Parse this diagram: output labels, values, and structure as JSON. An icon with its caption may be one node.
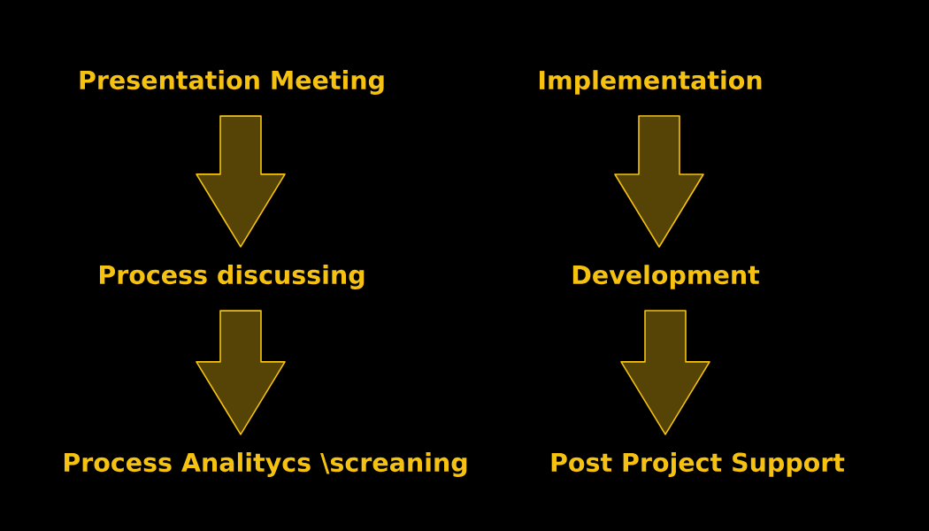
{
  "diagram": {
    "nodes": [
      {
        "text": [
          "Presentation Meeting"
        ]
      },
      {
        "text": [
          "Process discussing"
        ]
      },
      {
        "text": [
          "Process Analitycs \\screaning"
        ]
      },
      {
        "text": [
          "Implementation"
        ]
      },
      {
        "text": [
          "Development"
        ]
      },
      {
        "text": [
          "Post Project Support"
        ]
      }
    ],
    "edges": [
      {
        "from": 0,
        "to": 1,
        "arrow": "to"
      },
      {
        "from": 1,
        "to": 2,
        "arrow": "to"
      },
      {
        "from": 3,
        "to": 4,
        "arrow": "to"
      },
      {
        "from": 4,
        "to": 5,
        "arrow": "to"
      }
    ]
  }
}
